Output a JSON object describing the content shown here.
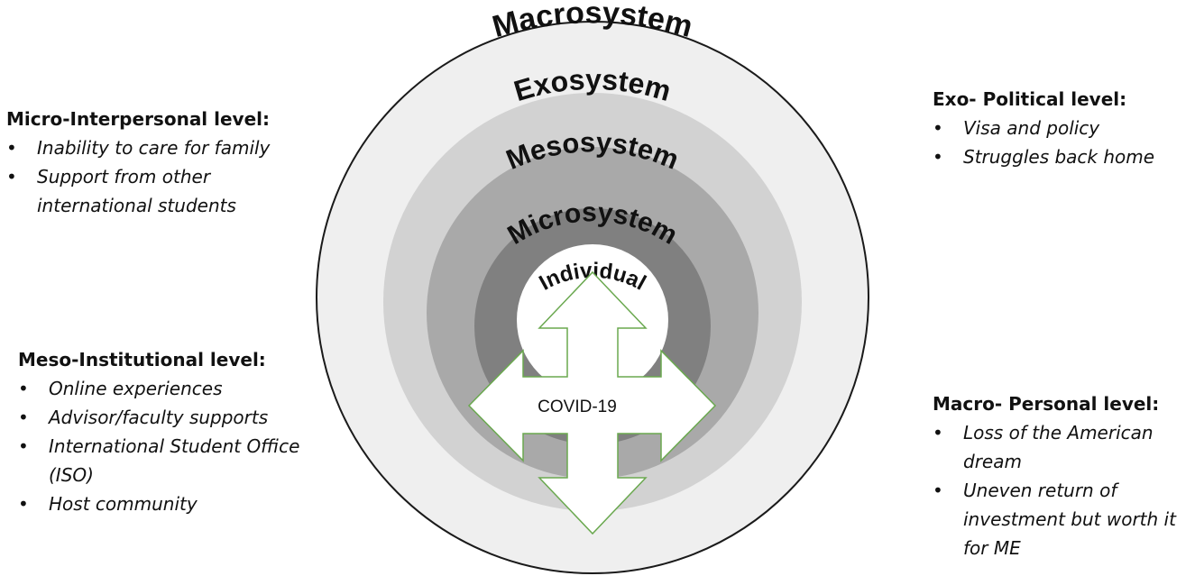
{
  "rings": {
    "macrosystem": "Macrosystem",
    "exosystem": "Exosystem",
    "mesosystem": "Mesosystem",
    "microsystem": "Microsystem",
    "individual": "Individual"
  },
  "center": {
    "label": "COVID-19"
  },
  "panels": {
    "micro": {
      "title": "Micro-Interpersonal level:",
      "items": [
        "Inability to care for family",
        "Support from other international students"
      ]
    },
    "meso": {
      "title": "Meso-Institutional level:",
      "items": [
        "Online experiences",
        "Advisor/faculty supports",
        "International Student Office (ISO)",
        "Host community"
      ]
    },
    "exo": {
      "title": "Exo- Political level:",
      "items": [
        "Visa and policy",
        "Struggles back home"
      ]
    },
    "macro": {
      "title": "Macro- Personal level:",
      "items": [
        "Loss of the American dream",
        "Uneven return of investment but worth it for ME"
      ]
    }
  },
  "colors": {
    "macro_fill": "#efefef",
    "exo_fill": "#d2d2d2",
    "meso_fill": "#a9a9a9",
    "micro_fill": "#808080",
    "individual_fill": "#ffffff",
    "arrow_stroke": "#6aa84f"
  }
}
